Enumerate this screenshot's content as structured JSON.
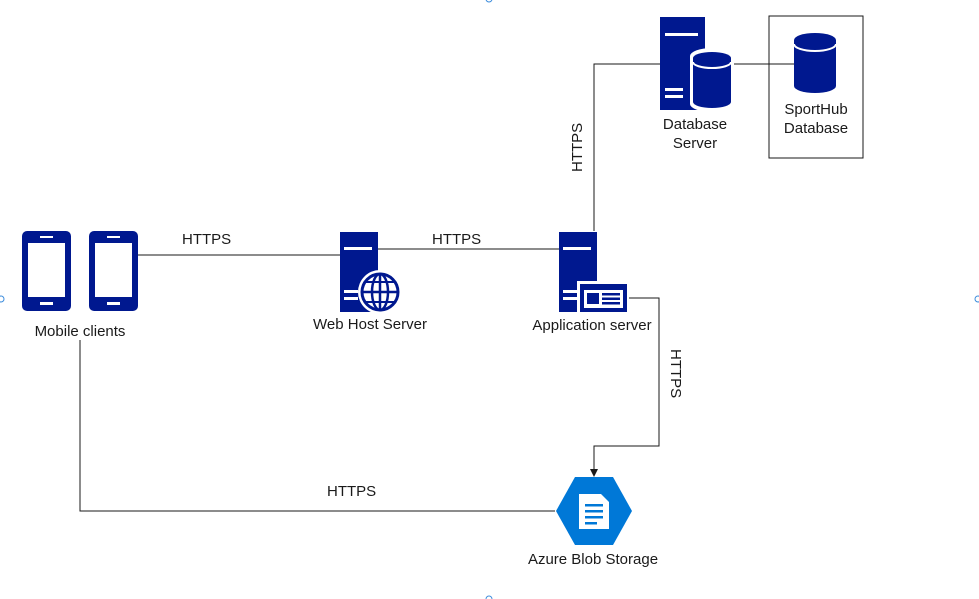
{
  "colors": {
    "icon": "#00188F",
    "azure": "#0078D7",
    "line": "#1a1a1a",
    "handle": "#3c8cdc"
  },
  "nodes": {
    "mobile_clients": {
      "label": "Mobile clients",
      "icon": "smartphone-icon"
    },
    "web_host": {
      "label": "Web Host Server",
      "icon": "web-server-icon"
    },
    "app_server": {
      "label": "Application server",
      "icon": "application-server-icon"
    },
    "db_server": {
      "label_line1": "Database",
      "label_line2": "Server",
      "icon": "database-server-icon"
    },
    "sporthub_db": {
      "label_line1": "SportHub",
      "label_line2": "Database",
      "icon": "database-cylinder-icon"
    },
    "blob": {
      "label": "Azure Blob Storage",
      "icon": "azure-blob-storage-icon"
    }
  },
  "edges": {
    "mobile_web": "HTTPS",
    "web_app": "HTTPS",
    "app_db": "HTTPS",
    "app_blob": "HTTPS",
    "mobile_blob": "HTTPS"
  }
}
